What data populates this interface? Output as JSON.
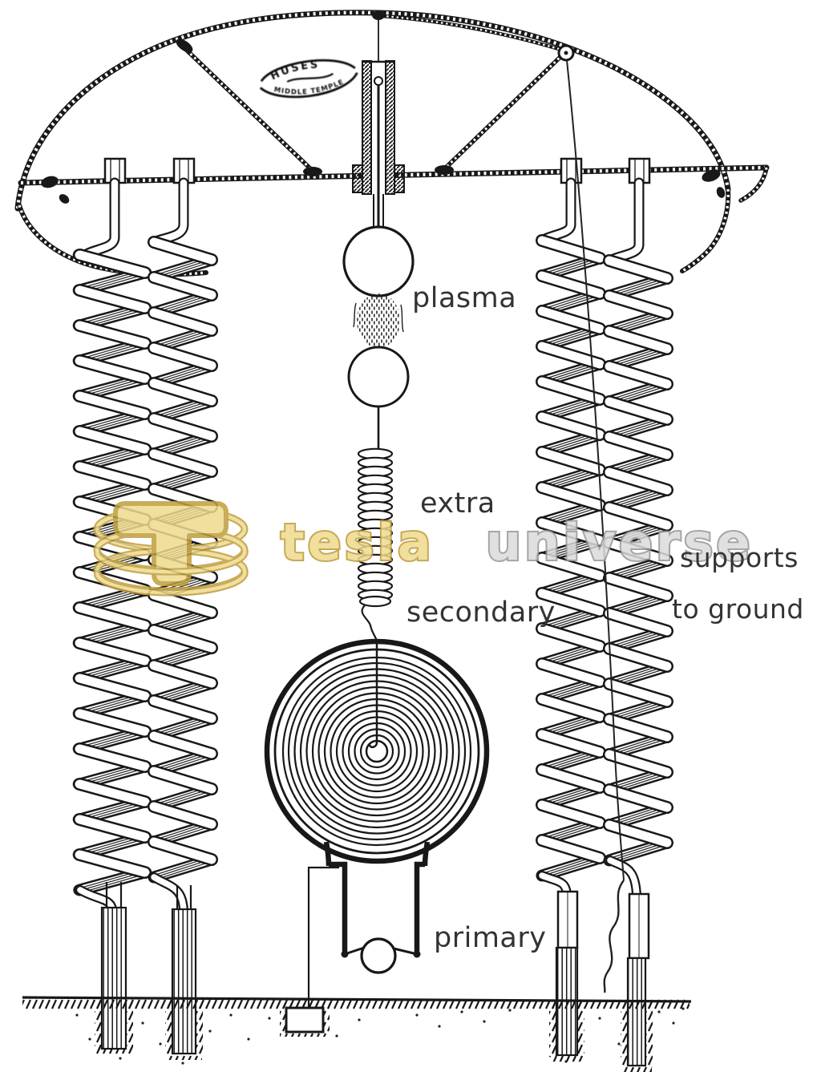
{
  "figure": {
    "labels": {
      "plasma": "plasma",
      "extra": "extra",
      "secondary": "secondary",
      "primary": "primary",
      "supports_line1": "supports",
      "supports_line2": "to ground"
    },
    "stamp": {
      "top_text": "HUSES",
      "bottom_text": "MIDDLE TEMPLE"
    },
    "colors": {
      "ink": "#181818",
      "background": "#ffffff"
    }
  },
  "watermark": {
    "word1": "tesla",
    "word2": "universe",
    "gold_fill": "#efda8f",
    "gold_outline": "#bd9c3c",
    "silver_fill": "#dbdbdb",
    "silver_outline": "#979797"
  }
}
